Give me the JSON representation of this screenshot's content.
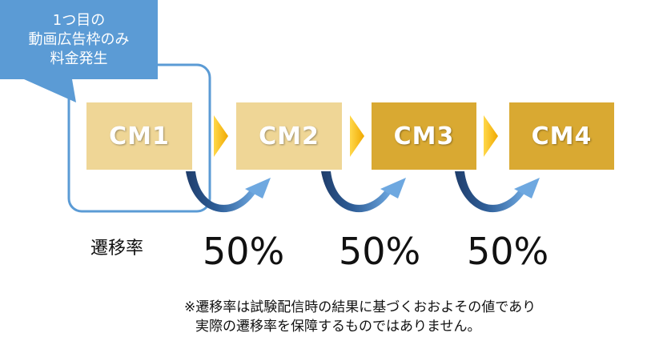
{
  "callout": {
    "lines": [
      "1つ目の",
      "動画広告枠のみ",
      "料金発生"
    ]
  },
  "steps": [
    {
      "label": "CM1",
      "tone": "light"
    },
    {
      "label": "CM2",
      "tone": "light"
    },
    {
      "label": "CM3",
      "tone": "dark"
    },
    {
      "label": "CM4",
      "tone": "dark"
    }
  ],
  "transition_label": "遷移率",
  "transition_rates": [
    "50%",
    "50%",
    "50%"
  ],
  "note": {
    "lines": [
      "※遷移率は試験配信時の結果に基づくおおよその値であり",
      "実際の遷移率を保障するものではありません。"
    ]
  },
  "colors": {
    "callout": "#5b9bd5",
    "box_light": "#efd696",
    "box_dark": "#d9a932",
    "chevron": "#f5b800",
    "arrow_blue": "#4a86c8",
    "arrow_navy": "#1f3d6b"
  }
}
